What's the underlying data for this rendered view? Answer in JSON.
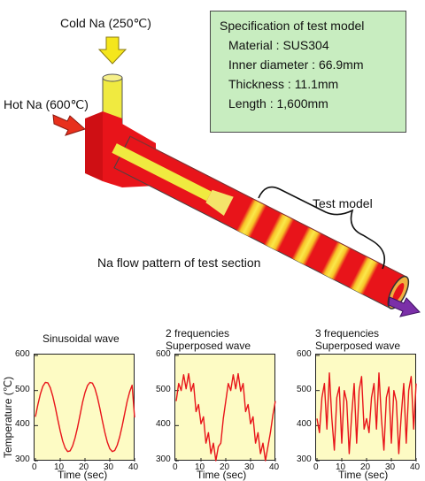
{
  "labels": {
    "cold_na": "Cold Na (250℃)",
    "hot_na": "Hot Na (600℃)",
    "test_model": "Test model",
    "flow_pattern": "Na flow pattern of test section"
  },
  "spec": {
    "title": "Specification of test model",
    "material": "Material : SUS304",
    "inner_diameter": "Inner diameter : 66.9mm",
    "thickness": "Thickness : 11.1mm",
    "length": "Length : 1,600mm"
  },
  "colors": {
    "hot": "#e8141a",
    "cold": "#f2ec3a",
    "spec_bg": "#c8edc0",
    "plot_bg": "#fdfbc4",
    "outlet_arrow": "#7b2fa8"
  },
  "chart_data": [
    {
      "type": "line",
      "title": "Sinusoidal wave",
      "xlabel": "Time (sec)",
      "ylabel": "Temperature (℃)",
      "xlim": [
        0,
        40
      ],
      "ylim": [
        300,
        600
      ],
      "xticks": [
        "0",
        "10",
        "20",
        "30",
        "40"
      ],
      "yticks": [
        "300",
        "400",
        "500",
        "600"
      ],
      "x": [
        0,
        1,
        2,
        3,
        4,
        5,
        6,
        7,
        8,
        9,
        10,
        11,
        12,
        13,
        14,
        15,
        16,
        17,
        18,
        19,
        20,
        21,
        22,
        23,
        24,
        25,
        26,
        27,
        28,
        29,
        30,
        31,
        32,
        33,
        34,
        35,
        36,
        37,
        38,
        39,
        40
      ],
      "y": [
        425,
        460,
        490,
        512,
        523,
        522,
        508,
        484,
        453,
        418,
        385,
        356,
        336,
        326,
        328,
        342,
        365,
        395,
        430,
        466,
        494,
        514,
        523,
        521,
        506,
        481,
        449,
        414,
        381,
        353,
        334,
        326,
        329,
        344,
        368,
        399,
        434,
        469,
        496,
        515,
        423
      ]
    },
    {
      "type": "line",
      "title": "2 frequencies Superposed wave",
      "xlabel": "Time (sec)",
      "ylabel": "",
      "xlim": [
        0,
        40
      ],
      "ylim": [
        300,
        600
      ],
      "xticks": [
        "0",
        "10",
        "20",
        "30",
        "40"
      ],
      "yticks": [
        "300",
        "400",
        "500",
        "600"
      ],
      "x": [
        0,
        1,
        2,
        3,
        4,
        5,
        6,
        7,
        8,
        9,
        10,
        11,
        12,
        13,
        14,
        15,
        16,
        17,
        18,
        19,
        20,
        21,
        22,
        23,
        24,
        25,
        26,
        27,
        28,
        29,
        30,
        31,
        32,
        33,
        34,
        35,
        36,
        37,
        38,
        39,
        40
      ],
      "y": [
        470,
        520,
        500,
        545,
        505,
        548,
        498,
        520,
        440,
        460,
        405,
        425,
        350,
        380,
        320,
        350,
        300,
        340,
        350,
        420,
        470,
        520,
        500,
        545,
        505,
        548,
        498,
        520,
        440,
        460,
        405,
        425,
        350,
        380,
        320,
        350,
        300,
        340,
        380,
        430,
        470
      ]
    },
    {
      "type": "line",
      "title": "3 frequencies Superposed wave",
      "xlabel": "Time (sec)",
      "ylabel": "",
      "xlim": [
        0,
        40
      ],
      "ylim": [
        300,
        600
      ],
      "xticks": [
        "0",
        "10",
        "20",
        "30",
        "40"
      ],
      "yticks": [
        "300",
        "400",
        "500",
        "600"
      ],
      "x": [
        0,
        1,
        2,
        3,
        4,
        5,
        6,
        7,
        8,
        9,
        10,
        11,
        12,
        13,
        14,
        15,
        16,
        17,
        18,
        19,
        20,
        21,
        22,
        23,
        24,
        25,
        26,
        27,
        28,
        29,
        30,
        31,
        32,
        33,
        34,
        35,
        36,
        37,
        38,
        39,
        40
      ],
      "y": [
        420,
        380,
        480,
        520,
        390,
        550,
        420,
        330,
        480,
        510,
        350,
        500,
        470,
        320,
        430,
        520,
        350,
        500,
        540,
        390,
        420,
        380,
        480,
        520,
        390,
        550,
        420,
        330,
        480,
        510,
        350,
        500,
        470,
        320,
        430,
        520,
        350,
        500,
        540,
        390,
        520
      ]
    }
  ]
}
